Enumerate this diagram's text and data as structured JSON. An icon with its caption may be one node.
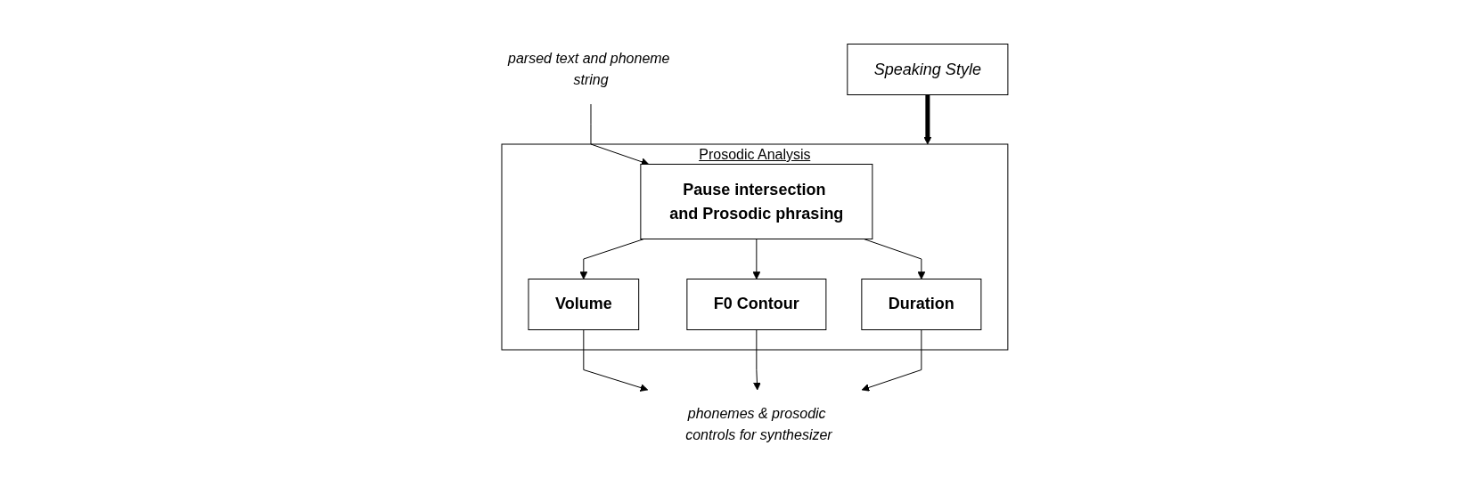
{
  "diagram": {
    "nodes": [
      {
        "text": [
          "Prosodic Analysis"
        ]
      },
      {
        "text": [
          "Pause intersection and Prosodic phrasing"
        ],
        "in": 0
      },
      {
        "text": [
          "Volume"
        ],
        "in": 0
      },
      {
        "text": [
          "F0 Contour"
        ],
        "in": 0
      },
      {
        "text": [
          "Duration"
        ],
        "in": 0
      },
      {
        "text": [
          "Speaking Style"
        ]
      },
      {
        "text": [
          "parsed text and phoneme string"
        ]
      },
      {
        "text": [
          "phonemes & prosodic controls for synthesizer"
        ]
      }
    ],
    "edges": [
      {
        "from": 6,
        "to": 1,
        "arrow": "to"
      },
      {
        "from": 5,
        "to": 0,
        "arrow": "to",
        "style": "thick"
      },
      {
        "from": 1,
        "to": 2,
        "arrow": "to"
      },
      {
        "from": 1,
        "to": 3,
        "arrow": "to"
      },
      {
        "from": 1,
        "to": 4,
        "arrow": "to"
      },
      {
        "from": 2,
        "to": 7,
        "arrow": "to"
      },
      {
        "from": 3,
        "to": 7,
        "arrow": "to"
      },
      {
        "from": 4,
        "to": 7,
        "arrow": "to"
      }
    ]
  }
}
